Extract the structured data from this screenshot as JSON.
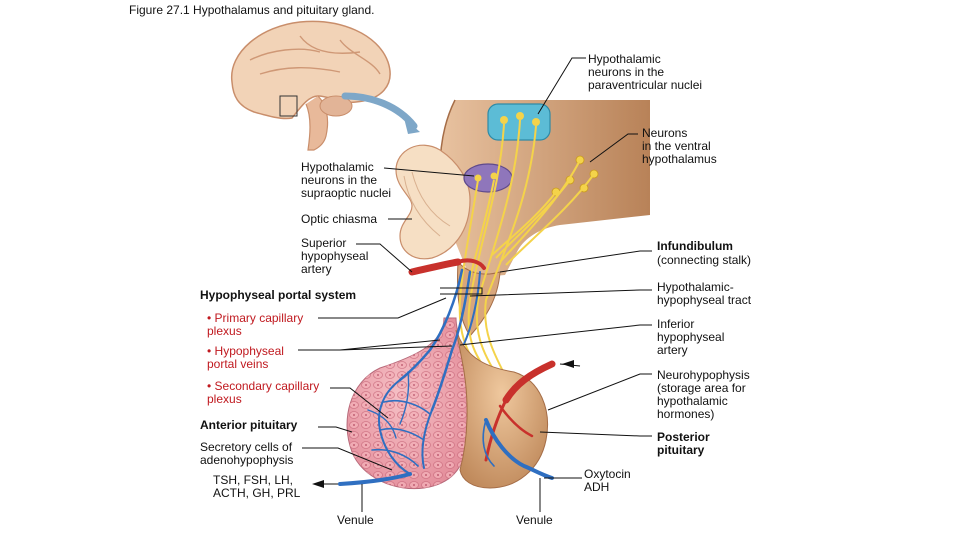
{
  "title": "Figure 27.1  Hypothalamus and pituitary gland.",
  "labels": {
    "paraventricular": "Hypothalamic\nneurons in the\nparaventricular nuclei",
    "ventral": "Neurons\nin the ventral\nhypothalamus",
    "supraoptic": "Hypothalamic\nneurons in the\nsupraoptic nuclei",
    "optic_chiasma": "Optic chiasma",
    "superior_artery": "Superior\nhypophyseal\nartery",
    "infundibulum_title": "Infundibulum",
    "infundibulum_sub": "(connecting stalk)",
    "portal_system": "Hypophyseal portal system",
    "hyp_tract": "Hypothalamic-\nhypophyseal tract",
    "primary_plexus": "• Primary capillary\n   plexus",
    "inferior_artery": "Inferior\nhypophyseal\nartery",
    "portal_veins": "• Hypophyseal\n   portal veins",
    "neurohypophysis": "Neurohypophysis\n(storage area for\nhypothalamic\nhormones)",
    "secondary_plexus": "• Secondary capillary\n   plexus",
    "anterior_pituitary": "Anterior pituitary",
    "posterior_pituitary": "Posterior\npituitary",
    "secretory_cells": "Secretory cells of\nadenohypophysis",
    "oxytocin_adh": "Oxytocin\nADH",
    "anterior_hormones": "TSH, FSH, LH,\nACTH, GH, PRL",
    "venule_left": "Venule",
    "venule_right": "Venule"
  },
  "colors": {
    "brain_tissue": "#f1d2b4",
    "brain_shadow": "#c9926a",
    "tan_tissue": "#d9a779",
    "anterior_lobe": "#f0a9b2",
    "posterior_lobe": "#d9a779",
    "nucleus_blue": "#4fb3cf",
    "nucleus_purple": "#8a6fb6",
    "axon_yellow": "#f4d34a",
    "artery_red": "#c8312c",
    "vein_blue": "#2f6fc1",
    "portal_system_label": "#c0191f"
  }
}
